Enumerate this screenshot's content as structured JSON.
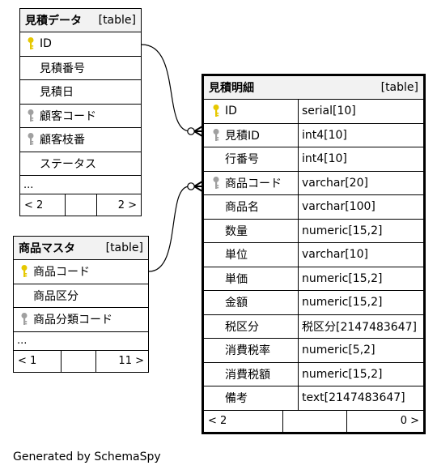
{
  "tables": {
    "estimate": {
      "name": "見積データ",
      "kind": "[table]",
      "columns": [
        {
          "name": "ID",
          "key": "primary"
        },
        {
          "name": "見積番号",
          "key": "none"
        },
        {
          "name": "見積日",
          "key": "none"
        },
        {
          "name": "顧客コード",
          "key": "foreign"
        },
        {
          "name": "顧客枝番",
          "key": "foreign"
        },
        {
          "name": "ステータス",
          "key": "none"
        }
      ],
      "more": "...",
      "footer": {
        "left": "< 2",
        "right": "2 >"
      }
    },
    "product": {
      "name": "商品マスタ",
      "kind": "[table]",
      "columns": [
        {
          "name": "商品コード",
          "key": "primary"
        },
        {
          "name": "商品区分",
          "key": "none"
        },
        {
          "name": "商品分類コード",
          "key": "foreign"
        }
      ],
      "more": "...",
      "footer": {
        "left": "< 1",
        "right": "11 >"
      }
    },
    "detail": {
      "name": "見積明細",
      "kind": "[table]",
      "columns": [
        {
          "name": "ID",
          "type": "serial[10]",
          "key": "primary"
        },
        {
          "name": "見積ID",
          "type": "int4[10]",
          "key": "foreign"
        },
        {
          "name": "行番号",
          "type": "int4[10]",
          "key": "none"
        },
        {
          "name": "商品コード",
          "type": "varchar[20]",
          "key": "foreign"
        },
        {
          "name": "商品名",
          "type": "varchar[100]",
          "key": "none"
        },
        {
          "name": "数量",
          "type": "numeric[15,2]",
          "key": "none"
        },
        {
          "name": "単位",
          "type": "varchar[10]",
          "key": "none"
        },
        {
          "name": "単価",
          "type": "numeric[15,2]",
          "key": "none"
        },
        {
          "name": "金額",
          "type": "numeric[15,2]",
          "key": "none"
        },
        {
          "name": "税区分",
          "type": "税区分[2147483647]",
          "key": "none"
        },
        {
          "name": "消費税率",
          "type": "numeric[5,2]",
          "key": "none"
        },
        {
          "name": "消費税額",
          "type": "numeric[15,2]",
          "key": "none"
        },
        {
          "name": "備考",
          "type": "text[2147483647]",
          "key": "none"
        }
      ],
      "footer": {
        "left": "< 2",
        "right": "0 >"
      }
    }
  },
  "relationships": [
    {
      "from": "見積データ.ID",
      "to": "見積明細.見積ID"
    },
    {
      "from": "商品マスタ.商品コード",
      "to": "見積明細.商品コード"
    }
  ],
  "colors": {
    "primary_key": "#e6c800",
    "foreign_key": "#a0a0a0",
    "header_bg": "#f2f2f2"
  },
  "icons": {
    "primary": "key-icon",
    "foreign": "foreign-key-icon"
  },
  "generated_by": "Generated by SchemaSpy"
}
